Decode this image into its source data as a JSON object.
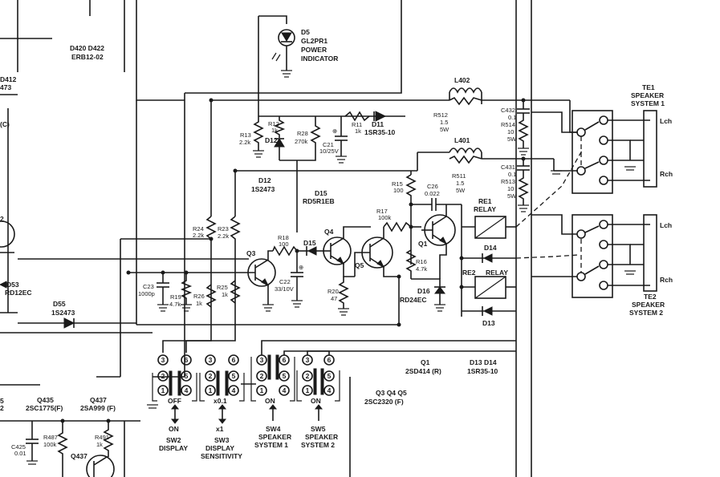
{
  "top_left": {
    "d420_d422": "D420 D422",
    "erb": "ERB12-02",
    "d412": "D412",
    "d412_part": "473",
    "c_mark": "(C)",
    "d53": "D53",
    "rd12ec": "RD12EC",
    "d55": "D55",
    "d55_part": "1S2473",
    "q2_frag": "2",
    "num5": "5",
    "num2": "2"
  },
  "power": {
    "d5": "D5",
    "d5_part": "GL2PR1",
    "power": "POWER",
    "indicator": "INDICATOR"
  },
  "resistors": {
    "r13": "R13",
    "r13_v": "2.2k",
    "r12": "R12",
    "r12_v": "1k",
    "r28": "R28",
    "r28_v": "270k",
    "r11": "R11",
    "r11_v": "1k",
    "r24": "R24",
    "r24_v": "2.2k",
    "r23": "R23",
    "r23_v": "2.2k",
    "r18": "R18",
    "r18_v": "100",
    "r19": "R19",
    "r19_v": "4.7k",
    "r26": "R26",
    "r26_v": "1k",
    "r25": "R25",
    "r25_v": "1k",
    "r20": "R20",
    "r20_v": "47",
    "r16": "R16",
    "r16_v": "4.7k",
    "r17": "R17",
    "r17_v": "100k",
    "r15": "R15",
    "r15_v": "100",
    "r512": "R512",
    "r512_v1": "1.5",
    "r512_v2": "5W",
    "r514": "R514",
    "r514_v1": "10",
    "r514_v2": "5W",
    "r511": "R511",
    "r511_v1": "1.5",
    "r511_v2": "5W",
    "r513": "R513",
    "r513_v1": "10",
    "r513_v2": "5W",
    "r487": "R487",
    "r487_v": "100k",
    "r491": "R491",
    "r491_v": "1k"
  },
  "caps": {
    "c21": "C21",
    "c21_v": "10/25V",
    "c22": "C22",
    "c22_v": "33/10V",
    "c23": "C23",
    "c23_v": "1000p",
    "c26": "C26",
    "c26_v": "0.022",
    "c432": "C432",
    "c432_v": "0.1",
    "c431": "C431",
    "c431_v": "0.1",
    "c425": "C425",
    "c425_v": "0.01"
  },
  "diodes": {
    "d11": "D11",
    "d11_part": "1SR35-10",
    "d12": "D12",
    "d12_lbl": "D12",
    "d12_part": "1S2473",
    "d15": "D15",
    "d15_part": "RD5R1EB",
    "d15_lbl": "D15",
    "d16": "D16",
    "d16_part": "RD24EC",
    "d14": "D14",
    "d13": "D13"
  },
  "inductors": {
    "l402": "L402",
    "l401": "L401"
  },
  "transistors": {
    "q3": "Q3",
    "q4": "Q4",
    "q5": "Q5",
    "q1": "Q1",
    "q437": "Q437"
  },
  "relays": {
    "re1": "RE1",
    "re1_relay": "RELAY",
    "re2": "RE2",
    "re2_relay": "RELAY"
  },
  "speakers": {
    "te1": "TE1",
    "te1_l1": "SPEAKER",
    "te1_l2": "SYSTEM 1",
    "te1_lch": "Lch",
    "te1_rch": "Rch",
    "te2": "TE2",
    "te2_l1": "SPEAKER",
    "te2_l2": "SYSTEM 2",
    "te2_lch": "Lch",
    "te2_rch": "Rch"
  },
  "switches": {
    "sw2_pos": "OFF",
    "sw2_on": "ON",
    "sw2": "SW2",
    "sw2_l1": "DISPLAY",
    "sw3_pos": "x0.1",
    "sw3_x1": "x1",
    "sw3": "SW3",
    "sw3_l1": "DISPLAY",
    "sw3_l2": "SENSITIVITY",
    "sw4_pos": "ON",
    "sw4": "SW4",
    "sw4_l1": "SPEAKER",
    "sw4_l2": "SYSTEM 1",
    "sw5_pos": "ON",
    "sw5": "SW5",
    "sw5_l1": "SPEAKER",
    "sw5_l2": "SYSTEM 2",
    "pins": [
      "3",
      "6",
      "2",
      "5",
      "1",
      "4"
    ]
  },
  "parts_table": {
    "q1": "Q1",
    "q1_part": "2SD414 (R)",
    "d13d14": "D13 D14",
    "d13d14_part": "1SR35-10",
    "q3q4q5": "Q3  Q4  Q5",
    "q3q4q5_part": "2SC2320 (F)",
    "q435": "Q435",
    "q435_part": "2SC1775(F)",
    "q437": "Q437",
    "q437_part": "2SA999 (F)"
  }
}
